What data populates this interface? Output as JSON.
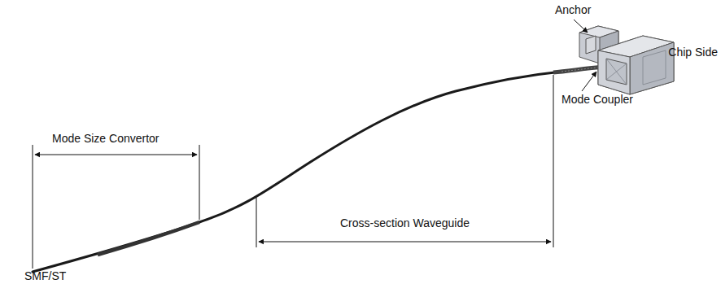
{
  "diagram": {
    "labels": [
      "Anchor",
      "Chip Side",
      "Mode Coupler",
      "Mode Size Convertor",
      "Cross-section Waveguide",
      "SMF/ST"
    ]
  }
}
